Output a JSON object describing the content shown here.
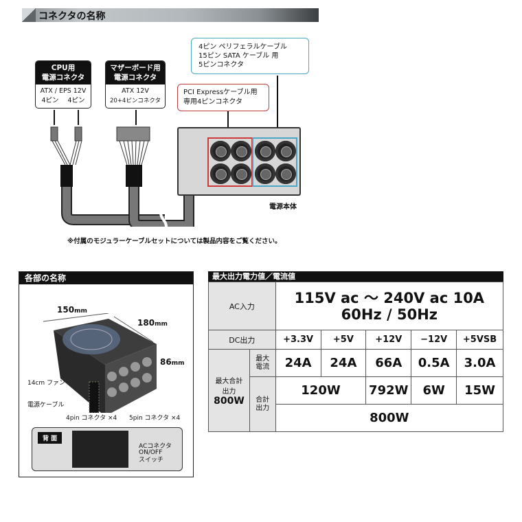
{
  "section_title": "コネクタの名称",
  "connector_labels": {
    "cpu": {
      "head_line1": "CPU用",
      "head_line2": "電源コネクタ",
      "body_line1": "ATX / EPS 12V",
      "pin_left": "4ピン",
      "pin_right": "4ピン"
    },
    "mb": {
      "head_line1": "マザーボード用",
      "head_line2": "電源コネクタ",
      "body_line1": "ATX  12V",
      "body_line2": "20+4ピンコネクタ"
    },
    "pcie": {
      "line1": "PCI Expressケーブル用",
      "line2": "専用4ピンコネクタ"
    },
    "peripheral": {
      "line1": "4ピン ペリフェラルケーブル",
      "line2": "15ピン SATA ケーブル 用",
      "line3": "5ピンコネクタ"
    }
  },
  "psu_label": "電源本体",
  "footnote": "※付属のモジュラーケーブルセットについては製品内容をご覧ください。",
  "parts_panel": {
    "title": "各部の名称",
    "dims": {
      "width": "150",
      "depth": "180",
      "height": "86",
      "unit": "mm"
    },
    "labels": {
      "fan": "14cm ファン",
      "cable": "電源ケーブル",
      "pin4": "4pin コネクタ ×4",
      "pin5": "5pin コネクタ ×4"
    },
    "rear": {
      "badge": "背 面",
      "ac": "ACコネクタ",
      "switch_line1": "ON/OFF",
      "switch_line2": "スイッチ"
    }
  },
  "spec_table": {
    "title": "最大出力電力値／電流値",
    "ac_label": "AC入力",
    "ac_line1": "115V ac ～ 240V ac  10A",
    "ac_line2": "60Hz / 50Hz",
    "dc_label": "DC出力",
    "rails": [
      "+3.3V",
      "+5V",
      "+12V",
      "−12V",
      "+5VSB"
    ],
    "total_label_line1": "最大合計",
    "total_label_line2": "出力",
    "total_label_value": "800W",
    "max_current_label": "最大\n電流",
    "max_current_label_1": "最大",
    "max_current_label_2": "電流",
    "currents": [
      "24A",
      "24A",
      "66A",
      "0.5A",
      "3.0A"
    ],
    "sum_label_1": "合計",
    "sum_label_2": "出力",
    "watts_combined_33_5": "120W",
    "watts": {
      "v12": "792W",
      "m12": "6W",
      "vsb": "15W"
    },
    "grand_total": "800W"
  },
  "colors": {
    "red_group": "#cc3a3a",
    "blue_group": "#4aa6c4",
    "header_black": "#111111"
  }
}
